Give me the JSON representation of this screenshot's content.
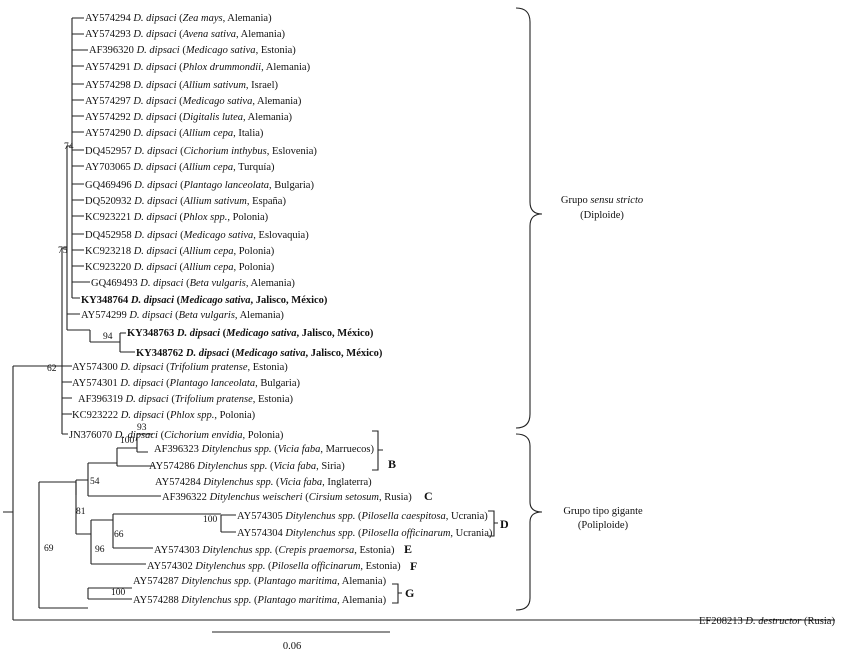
{
  "leaves": [
    {
      "acc": "AY574294",
      "sp": "D. dipsaci",
      "host": "Zea mays",
      "loc": "Alemania",
      "bold": false
    },
    {
      "acc": "AY574293",
      "sp": "D. dipsaci",
      "host": "Avena sativa",
      "loc": "Alemania",
      "bold": false
    },
    {
      "acc": "AF396320",
      "sp": "D. dipsaci",
      "host": "Medicago sativa",
      "loc": "Estonia",
      "bold": false
    },
    {
      "acc": "AY574291",
      "sp": "D. dipsaci",
      "host": "Phlox drummondii",
      "loc": "Alemania",
      "bold": false
    },
    {
      "acc": "AY574298",
      "sp": "D. dipsaci",
      "host": "Allium sativum",
      "loc": "Israel",
      "bold": false
    },
    {
      "acc": "AY574297",
      "sp": "D. dipsaci",
      "host": "Medicago sativa",
      "loc": "Alemania",
      "bold": false
    },
    {
      "acc": "AY574292",
      "sp": "D. dipsaci",
      "host": "Digitalis lutea",
      "loc": "Alemania",
      "bold": false
    },
    {
      "acc": "AY574290",
      "sp": "D. dipsaci",
      "host": "Allium cepa",
      "loc": "Italia",
      "bold": false
    },
    {
      "acc": "DQ452957",
      "sp": "D. dipsaci",
      "host": "Cichorium inthybus",
      "loc": "Eslovenia",
      "bold": false
    },
    {
      "acc": "AY703065",
      "sp": "D. dipsaci",
      "host": "Allium cepa",
      "loc": "Turquía",
      "bold": false
    },
    {
      "acc": "GQ469496",
      "sp": "D. dipsaci",
      "host": "Plantago lanceolata",
      "loc": "Bulgaria",
      "bold": false
    },
    {
      "acc": "DQ520932",
      "sp": "D. dipsaci",
      "host": "Allium sativum",
      "loc": "España",
      "bold": false
    },
    {
      "acc": "KC923221",
      "sp": "D. dipsaci",
      "host": "Phlox spp.",
      "loc": "Polonia",
      "bold": false
    },
    {
      "acc": "DQ452958",
      "sp": "D. dipsaci",
      "host": "Medicago sativa",
      "loc": "Eslovaquia",
      "bold": false
    },
    {
      "acc": "KC923218",
      "sp": "D. dipsaci",
      "host": "Allium cepa",
      "loc": "Polonia",
      "bold": false
    },
    {
      "acc": "KC923220",
      "sp": "D. dipsaci",
      "host": "Allium cepa",
      "loc": "Polonia",
      "bold": false
    },
    {
      "acc": "GQ469493",
      "sp": "D. dipsaci",
      "host": "Beta vulgaris",
      "loc": "Alemania",
      "bold": false
    },
    {
      "acc": "KY348764",
      "sp": "D. dipsaci",
      "host": "Medicago sativa",
      "loc": "Jalisco, México",
      "bold": true
    },
    {
      "acc": "AY574299",
      "sp": "D. dipsaci",
      "host": "Beta vulgaris",
      "loc": "Alemania",
      "bold": false
    },
    {
      "acc": "KY348763",
      "sp": "D. dipsaci",
      "host": "Medicago sativa",
      "loc": "Jalisco, México",
      "bold": true
    },
    {
      "acc": "KY348762",
      "sp": "D. dipsaci",
      "host": "Medicago sativa",
      "loc": "Jalisco, México",
      "bold": true
    },
    {
      "acc": "AY574300",
      "sp": "D. dipsaci",
      "host": "Trifolium pratense",
      "loc": "Estonia",
      "bold": false
    },
    {
      "acc": "AY574301",
      "sp": "D. dipsaci",
      "host": "Plantago lanceolata",
      "loc": "Bulgaria",
      "bold": false
    },
    {
      "acc": "AF396319",
      "sp": "D. dipsaci",
      "host": "Trifolium pratense",
      "loc": "Estonia",
      "bold": false
    },
    {
      "acc": "KC923222",
      "sp": "D. dipsaci",
      "host": "Phlox spp.",
      "loc": "Polonia",
      "bold": false
    },
    {
      "acc": "JN376070",
      "sp": "D. dipsaci",
      "host": "Cichorium envidia",
      "loc": "Polonia",
      "bold": false
    },
    {
      "acc": "AF396323",
      "sp": "Ditylenchus spp.",
      "host": "Vicia faba",
      "loc": "Marruecos",
      "bold": false
    },
    {
      "acc": "AY574286",
      "sp": "Ditylenchus spp.",
      "host": "Vicia faba",
      "loc": "Siria",
      "bold": false
    },
    {
      "acc": "AY574284",
      "sp": "Ditylenchus spp.",
      "host": "Vicia faba",
      "loc": "Inglaterra",
      "bold": false
    },
    {
      "acc": "AF396322",
      "sp": "Ditylenchus weischeri",
      "host": "Cirsium setosum",
      "loc": "Rusia",
      "bold": false
    },
    {
      "acc": "AY574305",
      "sp": "Ditylenchus spp.",
      "host": "Pilosella caespitosa",
      "loc": "Ucrania",
      "bold": false
    },
    {
      "acc": "AY574304",
      "sp": "Ditylenchus spp.",
      "host": "Pilosella officinarum",
      "loc": "Ucrania",
      "bold": false
    },
    {
      "acc": "AY574303",
      "sp": "Ditylenchus spp.",
      "host": "Crepis praemorsa",
      "loc": "Estonia",
      "bold": false
    },
    {
      "acc": "AY574302",
      "sp": "Ditylenchus spp.",
      "host": "Pilosella officinarum",
      "loc": "Estonia",
      "bold": false
    },
    {
      "acc": "AY574287",
      "sp": "Ditylenchus spp.",
      "host": "Plantago maritima",
      "loc": "Alemania",
      "bold": false
    },
    {
      "acc": "AY574288",
      "sp": "Ditylenchus spp.",
      "host": "Plantago maritima",
      "loc": "Alemania",
      "bold": false
    }
  ],
  "outgroup": {
    "acc": "EF208213",
    "sp": "D. destructor",
    "loc": "Rusia"
  },
  "bootstrap": [
    "74",
    "75",
    "94",
    "62",
    "93",
    "100",
    "54",
    "81",
    "100",
    "66",
    "96",
    "100",
    "69"
  ],
  "subgroups": [
    "B",
    "C",
    "D",
    "E",
    "F",
    "G"
  ],
  "groups": [
    {
      "line1_pre": "Grupo ",
      "line1_em": "sensu stricto",
      "line2": "(Diploide)"
    },
    {
      "line1_pre": "Grupo tipo gigante",
      "line1_em": "",
      "line2": "(Poliploide)"
    }
  ],
  "scale": {
    "label": "0.06"
  }
}
